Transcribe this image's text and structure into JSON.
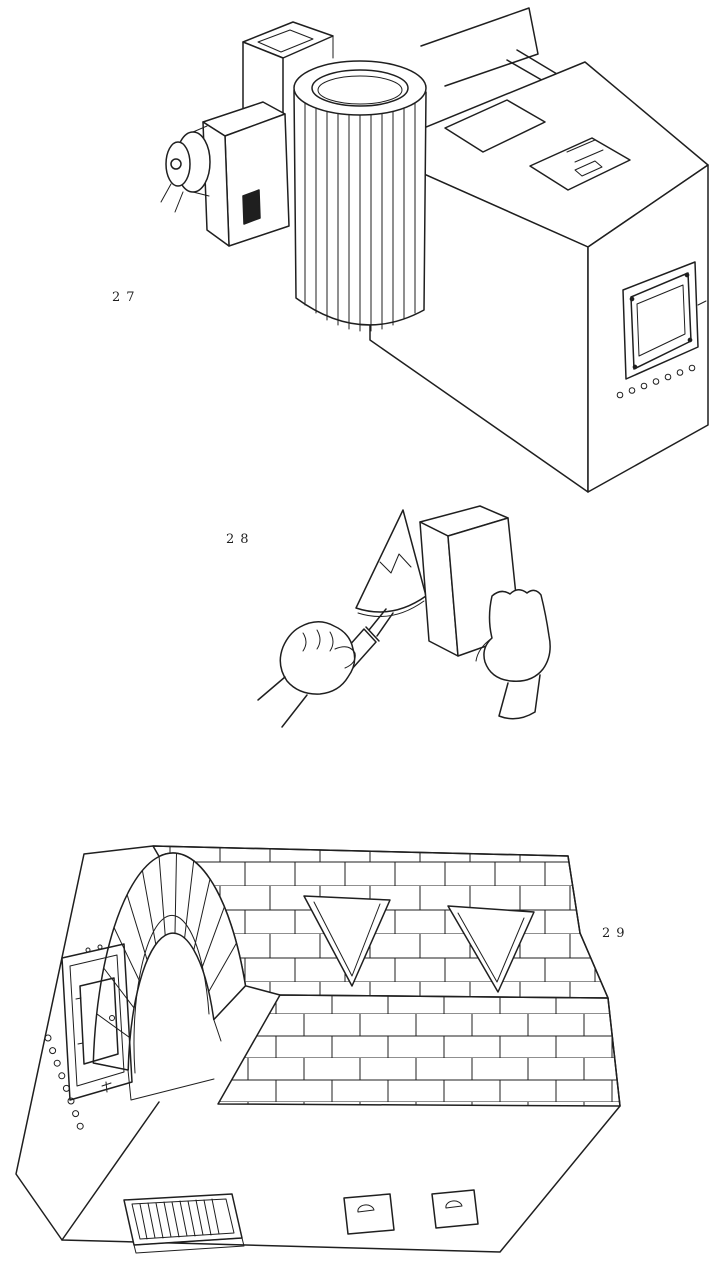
{
  "page": {
    "background_color": "#ffffff",
    "ink_color": "#1f1f1f"
  },
  "figures": [
    {
      "label": "27",
      "name": "masonry-flue-block-with-round-collar-and-clean-out-door"
    },
    {
      "label": "28",
      "name": "hands-holding-trowel-and-brick"
    },
    {
      "label": "29",
      "name": "brick-stove-with-arched-firebox-door-and-grate"
    }
  ]
}
